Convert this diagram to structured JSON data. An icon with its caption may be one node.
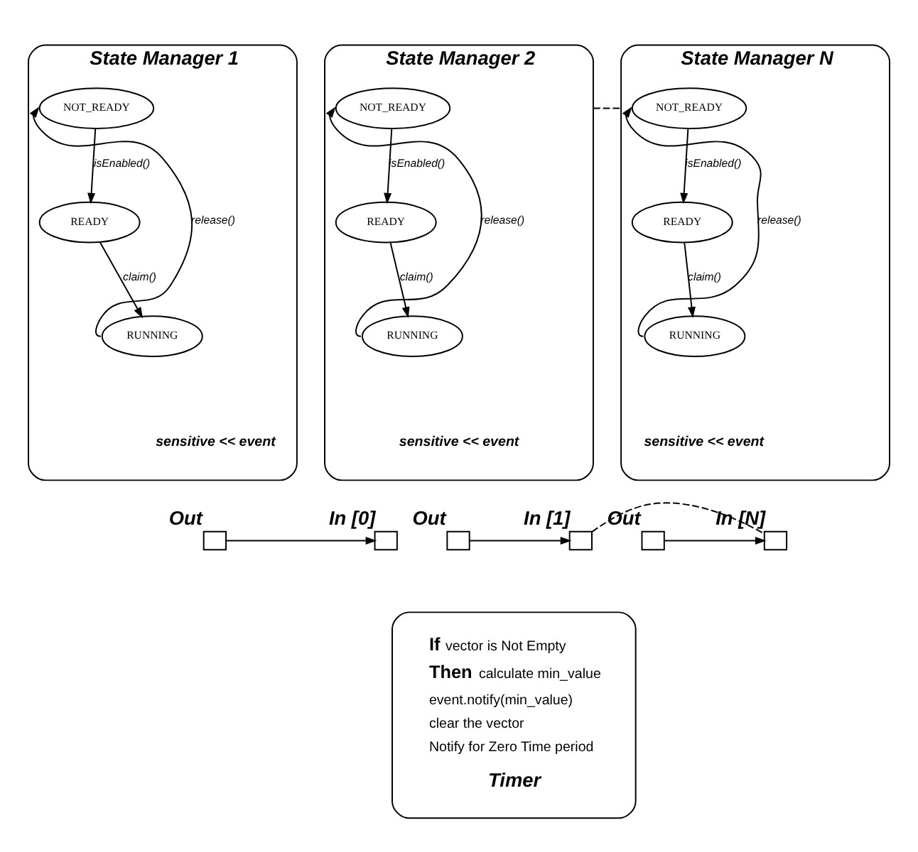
{
  "diagram": {
    "nodes": [
      {
        "text": [
          "State Manager 1",
          "sensitive << event"
        ]
      },
      {
        "text": [
          "NOT_READY"
        ],
        "in": 0
      },
      {
        "text": [
          "READY"
        ],
        "in": 0
      },
      {
        "text": [
          "RUNNING"
        ],
        "in": 0
      },
      {
        "text": [],
        "shape": "box",
        "beside": [
          "Out"
        ]
      },
      {
        "text": [
          "State Manager 2",
          "sensitive << event"
        ]
      },
      {
        "text": [
          "NOT_READY"
        ],
        "in": 5
      },
      {
        "text": [
          "READY"
        ],
        "in": 5
      },
      {
        "text": [
          "RUNNING"
        ],
        "in": 5
      },
      {
        "text": [],
        "shape": "box",
        "beside": [
          "Out"
        ]
      },
      {
        "text": [
          "State Manager N",
          "sensitive << event"
        ]
      },
      {
        "text": [
          "NOT_READY"
        ],
        "in": 10
      },
      {
        "text": [
          "READY"
        ],
        "in": 10
      },
      {
        "text": [
          "RUNNING"
        ],
        "in": 10
      },
      {
        "text": [],
        "shape": "box",
        "beside": [
          "Out"
        ]
      },
      {
        "text": [],
        "shape": "box",
        "beside": [
          "In [0]"
        ]
      },
      {
        "text": [],
        "shape": "box",
        "beside": [
          "In [1]"
        ]
      },
      {
        "text": [],
        "shape": "box",
        "beside": [
          "In [N]"
        ]
      },
      {
        "text": [
          "**If** vector is Not Empty",
          "**Then** calculate min_value",
          "event.notify(min_value)",
          "clear the vector",
          "Notify for Zero Time period",
          "Timer"
        ]
      }
    ],
    "edges": [
      {
        "from": 1,
        "to": 2,
        "arrow": "to",
        "label": "isEnabled()"
      },
      {
        "from": 2,
        "to": 3,
        "arrow": "to",
        "label": "claim()"
      },
      {
        "from": 3,
        "to": 1,
        "arrow": "to",
        "label": "release()"
      },
      {
        "from": 6,
        "to": 7,
        "arrow": "to",
        "label": "isEnabled()"
      },
      {
        "from": 7,
        "to": 8,
        "arrow": "to",
        "label": "claim()"
      },
      {
        "from": 8,
        "to": 6,
        "arrow": "to",
        "label": "release()"
      },
      {
        "from": 11,
        "to": 12,
        "arrow": "to",
        "label": "isEnabled()"
      },
      {
        "from": 12,
        "to": 13,
        "arrow": "to",
        "label": "claim()"
      },
      {
        "from": 13,
        "to": 11,
        "arrow": "to",
        "label": "release()"
      },
      {
        "from": 5,
        "to": 10,
        "arrow": "none",
        "style": "dashed"
      },
      {
        "from": 4,
        "to": 15,
        "arrow": "to"
      },
      {
        "from": 9,
        "to": 16,
        "arrow": "to"
      },
      {
        "from": 14,
        "to": 17,
        "arrow": "to"
      },
      {
        "from": 16,
        "to": 17,
        "arrow": "none",
        "style": "dashed"
      }
    ]
  }
}
